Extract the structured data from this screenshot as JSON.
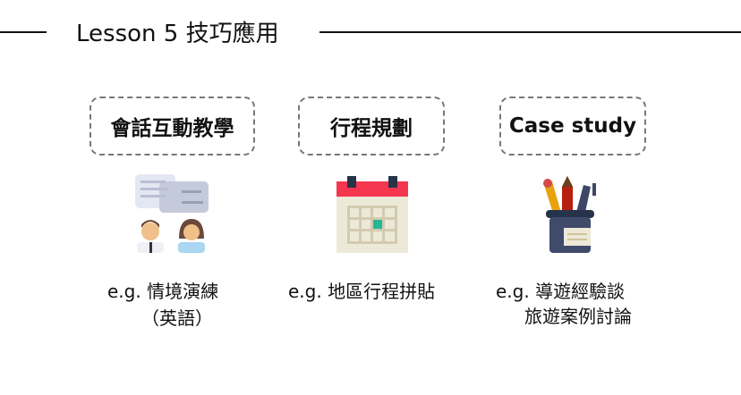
{
  "header": {
    "title": "Lesson 5 技巧應用"
  },
  "columns": [
    {
      "label": "會話互動教學",
      "icon": "conversation-icon",
      "example_lines": [
        "e.g. 情境演練",
        "（英語）"
      ]
    },
    {
      "label": "行程規劃",
      "icon": "calendar-icon",
      "example_lines": [
        "e.g. 地區行程拼貼"
      ]
    },
    {
      "label": "Case study",
      "icon": "pen-holder-icon",
      "example_lines": [
        "e.g. 導遊經驗談",
        "旅遊案例討論"
      ]
    }
  ]
}
